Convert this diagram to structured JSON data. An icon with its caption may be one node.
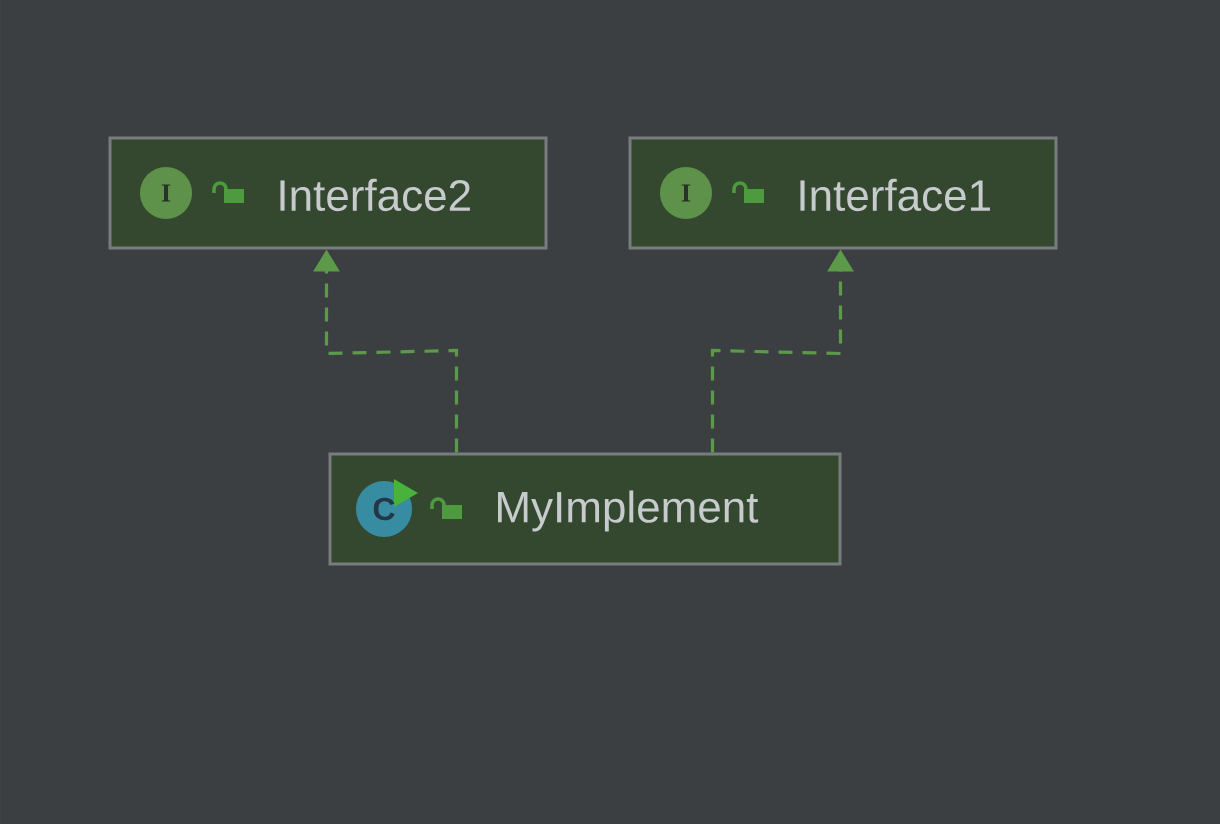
{
  "diagram": {
    "nodes": [
      {
        "text": [
          "I",
          "Interface2"
        ]
      },
      {
        "text": [
          "I",
          "Interface1"
        ]
      },
      {
        "text": [
          "C",
          "MyImplement"
        ]
      }
    ],
    "edges": [
      {
        "from": 2,
        "to": 0,
        "arrow": "to",
        "style": "dashed"
      },
      {
        "from": 2,
        "to": 1,
        "arrow": "to",
        "style": "dashed"
      }
    ]
  }
}
